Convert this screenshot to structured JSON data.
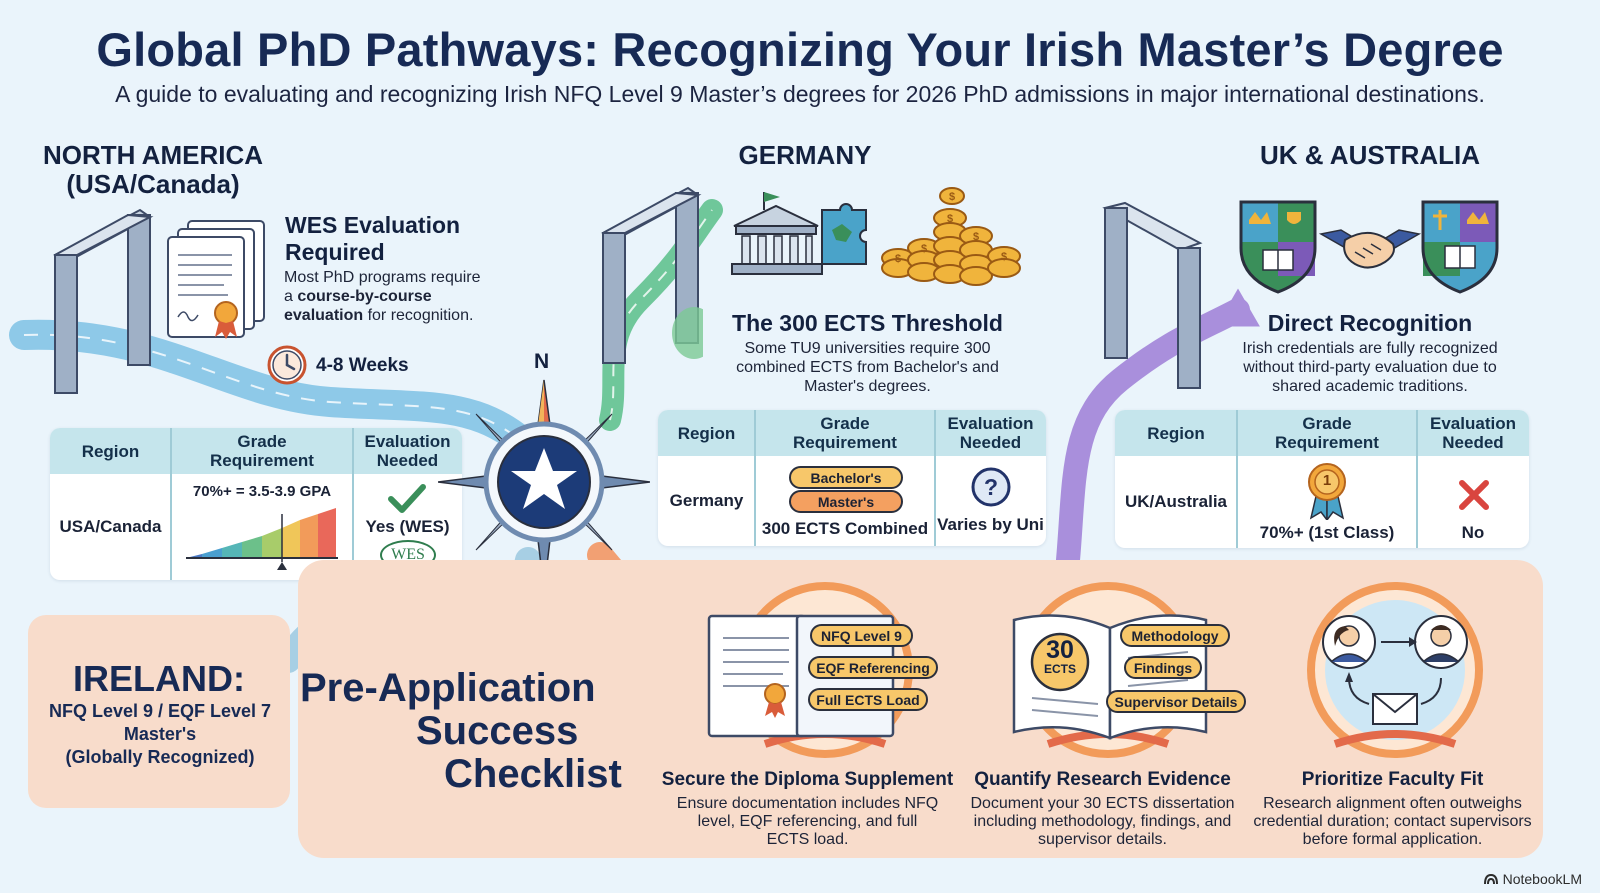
{
  "header": {
    "title": "Global PhD Pathways: Recognizing Your Irish Master’s Degree",
    "subtitle": "A guide to evaluating and recognizing Irish NFQ Level 9 Master’s degrees for 2026 PhD admissions in major international destinations."
  },
  "north_america": {
    "heading_line1": "NORTH AMERICA",
    "heading_line2": "(USA/Canada)",
    "card_title_line1": "WES Evaluation",
    "card_title_line2": "Required",
    "card_text_line1": "Most PhD programs require",
    "card_text_a": "a ",
    "card_text_bold1": "course-by-course",
    "card_text_bold2": "evaluation",
    "card_text_end": " for recognition.",
    "duration": "4-8 Weeks",
    "table": {
      "headers": [
        "Region",
        "Grade Requirement",
        "Evaluation Needed"
      ],
      "region": "USA/Canada",
      "grade": "70%+ = 3.5-3.9 GPA",
      "evaluation": "Yes (WES)",
      "logo_text": "WES"
    }
  },
  "germany": {
    "heading": "GERMANY",
    "card_title": "The 300 ECTS Threshold",
    "card_text_line1": "Some TU9 universities require 300",
    "card_text_line2": "combined ECTS from Bachelor's and",
    "card_text_line3": "Master's degrees.",
    "table": {
      "headers": [
        "Region",
        "Grade Requirement",
        "Evaluation Needed"
      ],
      "region": "Germany",
      "tag1": "Bachelor's",
      "tag2": "Master's",
      "grade": "300 ECTS Combined",
      "evaluation": "Varies by Uni"
    }
  },
  "uk_australia": {
    "heading": "UK & AUSTRALIA",
    "card_title": "Direct Recognition",
    "card_text_line1": "Irish credentials are fully recognized",
    "card_text_line2": "without third-party evaluation due to",
    "card_text_line3": "shared academic traditions.",
    "table": {
      "headers": [
        "Region",
        "Grade Requirement",
        "Evaluation Needed"
      ],
      "region": "UK/Australia",
      "medal_number": "1",
      "grade": "70%+ (1st Class)",
      "evaluation": "No"
    }
  },
  "compass": {
    "north_label": "N"
  },
  "ireland": {
    "title": "IRELAND:",
    "line1": "NFQ Level 9 / EQF Level 7",
    "line2": "Master's",
    "line3": "(Globally Recognized)"
  },
  "checklist": {
    "title_line1": "Pre-Application",
    "title_line2": "Success",
    "title_line3": "Checklist",
    "steps": [
      {
        "tags": [
          "NFQ Level 9",
          "EQF Referencing",
          "Full ECTS Load"
        ],
        "title": "Secure the Diploma Supplement",
        "text_line1": "Ensure documentation includes NFQ",
        "text_line2": "level, EQF referencing, and full",
        "text_line3": "ECTS load."
      },
      {
        "badge_number": "30",
        "badge_unit": "ECTS",
        "tags": [
          "Methodology",
          "Findings",
          "Supervisor Details"
        ],
        "title": "Quantify Research Evidence",
        "text_line1": "Document your 30 ECTS dissertation",
        "text_line2": "including methodology, findings, and",
        "text_line3": "supervisor details."
      },
      {
        "title": "Prioritize Faculty Fit",
        "text_line1": "Research alignment often outweighs",
        "text_line2": "credential duration; contact supervisors",
        "text_line3": "before formal application."
      }
    ]
  },
  "brand": {
    "name": "NotebookLM"
  },
  "colors": {
    "title": "#172a55",
    "table_header": "#c5e5ec",
    "panel": "#f8dccb",
    "tag_fill": "#f7c76a",
    "tag_fill_alt": "#f4a060",
    "path_blue": "#8ec9e8",
    "path_green": "#6fc79a",
    "path_purple": "#a98fdc",
    "path_orange": "#f2a073",
    "check_green": "#3a8f5a",
    "cross_red": "#d9453f"
  }
}
